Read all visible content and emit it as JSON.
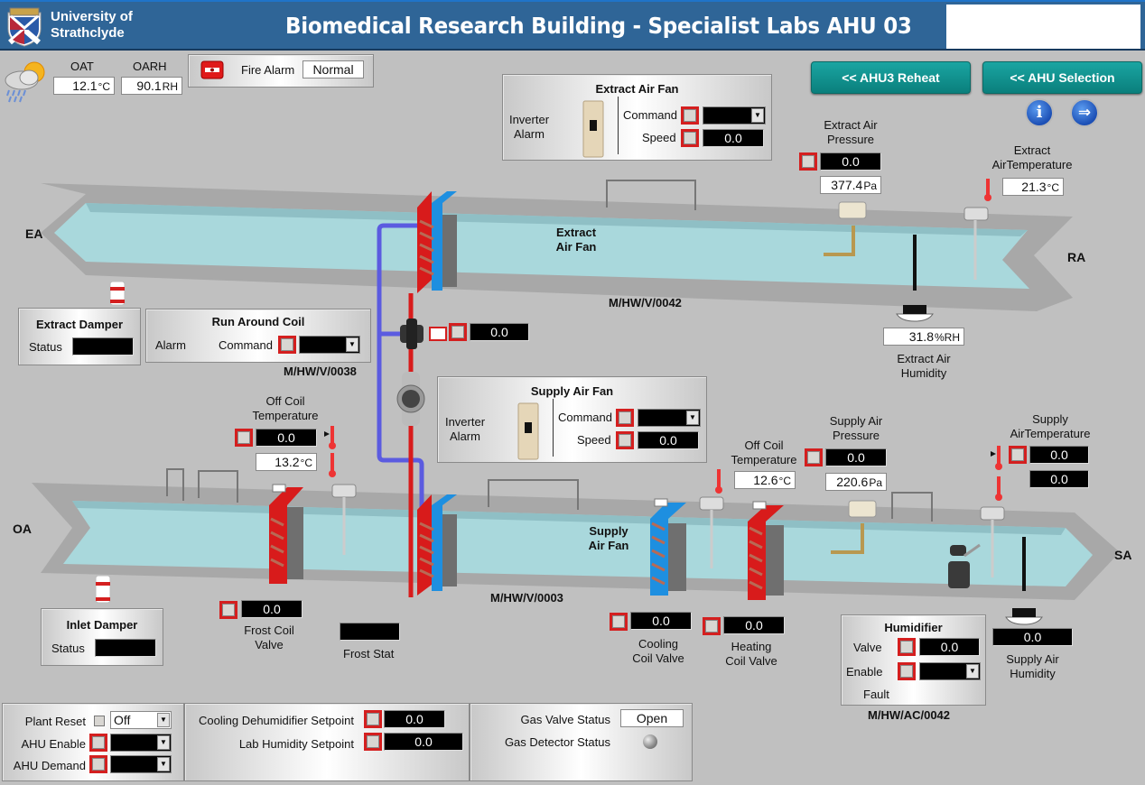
{
  "header": {
    "org_line1": "University of",
    "org_line2": "Strathclyde",
    "title": "Biomedical Research Building - Specialist Labs AHU 03"
  },
  "weather": {
    "icon": "cloud-sun-rain-icon",
    "oat_label": "OAT",
    "oat_value": "12.1",
    "oat_unit": "°C",
    "oarh_label": "OARH",
    "oarh_value": "90.1",
    "oarh_unit": "RH"
  },
  "fire_alarm": {
    "label": "Fire Alarm",
    "value": "Normal"
  },
  "nav": {
    "reheat_button": "<< AHU3 Reheat",
    "selection_button": "<< AHU Selection",
    "info_icon": "i",
    "next_icon": "⇒"
  },
  "extract_fan": {
    "title": "Extract Air Fan",
    "inverter_line1": "Inverter",
    "inverter_line2": "Alarm",
    "command_label": "Command",
    "command_value": "",
    "speed_label": "Speed",
    "speed_value": "0.0",
    "duct_label_line1": "Extract",
    "duct_label_line2": "Air  Fan"
  },
  "extract_pressure": {
    "label_line1": "Extract Air",
    "label_line2": "Pressure",
    "setpoint": "0.0",
    "value": "377.4",
    "unit": "Pa"
  },
  "extract_temperature": {
    "label_line1": "Extract",
    "label_line2": "AirTemperature",
    "value": "21.3",
    "unit": "°C"
  },
  "extract_humidity": {
    "label_line1": "Extract Air",
    "label_line2": "Humidity",
    "value": "31.8",
    "unit": "%RH"
  },
  "duct_ends": {
    "ea": "EA",
    "ra": "RA",
    "oa": "OA",
    "sa": "SA"
  },
  "tags": {
    "extract_valve": "M/HW/V/0042",
    "run_around_valve": "M/HW/V/0038",
    "supply_valve": "M/HW/V/0003",
    "humidifier": "M/HW/AC/0042"
  },
  "extract_damper": {
    "title": "Extract Damper",
    "status_label": "Status",
    "status_value": ""
  },
  "run_around_coil": {
    "title": "Run Around Coil",
    "alarm_label": "Alarm",
    "command_label": "Command",
    "command_value": "",
    "valve_value": "0.0"
  },
  "supply_fan": {
    "title": "Supply Air Fan",
    "inverter_line1": "Inverter",
    "inverter_line2": "Alarm",
    "command_label": "Command",
    "command_value": "",
    "speed_label": "Speed",
    "speed_value": "0.0",
    "duct_label_line1": "Supply",
    "duct_label_line2": "Air  Fan"
  },
  "off_coil_temp_1": {
    "label_line1": "Off Coil",
    "label_line2": "Temperature",
    "setpoint": "0.0",
    "value": "13.2",
    "unit": "°C"
  },
  "off_coil_temp_2": {
    "label_line1": "Off Coil",
    "label_line2": "Temperature",
    "value": "12.6",
    "unit": "°C"
  },
  "supply_pressure": {
    "label_line1": "Supply Air",
    "label_line2": "Pressure",
    "setpoint": "0.0",
    "value": "220.6",
    "unit": "Pa"
  },
  "supply_temperature": {
    "label_line1": "Supply",
    "label_line2": "AirTemperature",
    "setpoint": "0.0",
    "value": "0.0"
  },
  "inlet_damper": {
    "title": "Inlet Damper",
    "status_label": "Status",
    "status_value": ""
  },
  "frost_coil": {
    "label_line1": "Frost Coil",
    "label_line2": "Valve",
    "value": "0.0"
  },
  "frost_stat": {
    "label": "Frost Stat",
    "value": ""
  },
  "cooling_coil": {
    "label_line1": "Cooling",
    "label_line2": "Coil Valve",
    "value": "0.0"
  },
  "heating_coil": {
    "label_line1": "Heating",
    "label_line2": "Coil Valve",
    "value": "0.0"
  },
  "humidifier": {
    "title": "Humidifier",
    "valve_label": "Valve",
    "valve_value": "0.0",
    "enable_label": "Enable",
    "enable_value": "",
    "fault_label": "Fault"
  },
  "supply_humidity": {
    "label_line1": "Supply Air",
    "label_line2": "Humidity",
    "value": "0.0"
  },
  "controls": {
    "plant_reset_label": "Plant Reset",
    "plant_reset_value": "Off",
    "ahu_enable_label": "AHU Enable",
    "ahu_enable_value": "",
    "ahu_demand_label": "AHU Demand",
    "ahu_demand_value": ""
  },
  "setpoints": {
    "cooling_dehum_label": "Cooling Dehumidifier Setpoint",
    "cooling_dehum_value": "0.0",
    "lab_humidity_label": "Lab Humidity Setpoint",
    "lab_humidity_value": "0.0"
  },
  "gas": {
    "valve_label": "Gas Valve Status",
    "valve_value": "Open",
    "detector_label": "Gas Detector Status",
    "detector_color": "#9a9a9a"
  },
  "colors": {
    "header_bg": "#2f6597",
    "nav_button": "#0f8e8b",
    "duct_air": "#a9d8dc",
    "duct_frame": "#a8a8a8",
    "hot_pipe": "#d81b1b",
    "cold_pipe": "#5b5be0",
    "cooling_coil": "#1e8fe0",
    "alarm_red": "#d41f1f"
  }
}
